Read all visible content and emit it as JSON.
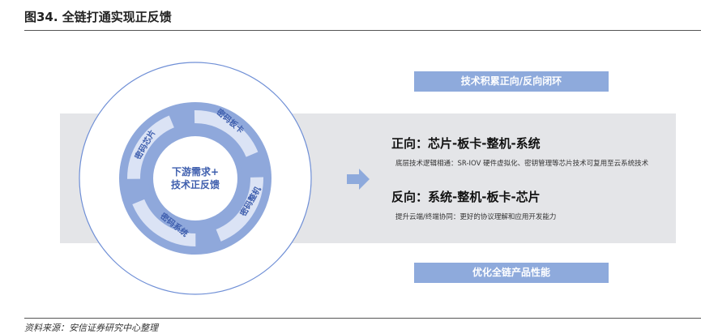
{
  "title": "图34. 全链打通实现正反馈",
  "circle": {
    "center": [
      "下游需求+",
      "技术正反馈"
    ],
    "segments": [
      "密码板卡",
      "密码整机",
      "密码系统",
      "密码芯片"
    ]
  },
  "top_box": "技术积累正向/反向闭环",
  "bottom_box": "优化全链产品性能",
  "forward": {
    "heading": "正向：芯片-板卡-整机-系统",
    "detail": "底层技术逻辑相通：SR-IOV 硬件虚拟化、密钥管理等芯片技术可复用至云系统技术"
  },
  "reverse": {
    "heading": "反向：系统-整机-板卡-芯片",
    "detail": "提升云端/终端协同：更好的协议理解和应用开发能力"
  },
  "source": "资料来源：安信证券研究中心整理",
  "colors": {
    "accent": "#8eaadc",
    "ring": "#8fa8db"
  }
}
